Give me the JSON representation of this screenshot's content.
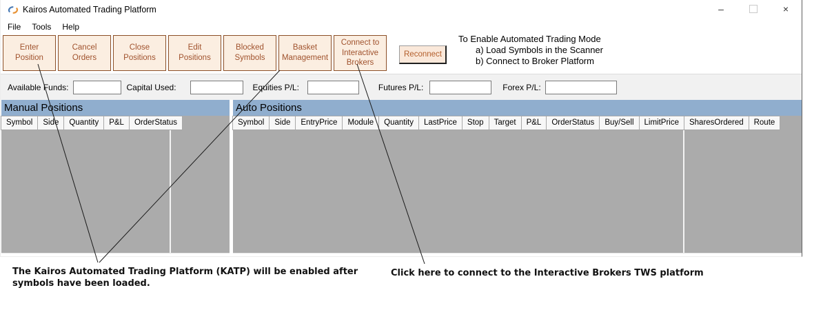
{
  "window": {
    "title": "Kairos Automated Trading Platform",
    "controls": {
      "minimize_glyph": "–",
      "maximize_icon": "maximize-box",
      "close_glyph": "×"
    }
  },
  "menu": {
    "items": [
      {
        "label": "File"
      },
      {
        "label": "Tools"
      },
      {
        "label": "Help"
      }
    ]
  },
  "toolbar": {
    "buttons": [
      {
        "label": "Enter Position"
      },
      {
        "label": "Cancel Orders"
      },
      {
        "label": "Close Positions"
      },
      {
        "label": "Edit Positions"
      },
      {
        "label": "Blocked Symbols"
      },
      {
        "label": "Basket Management"
      },
      {
        "label": "Connect to Interactive Brokers"
      }
    ],
    "reconnect_label": "Reconnect",
    "instructions": {
      "line1": "To Enable Automated Trading Mode",
      "line2": "a) Load Symbols in the Scanner",
      "line3": "b) Connect to Broker Platform"
    }
  },
  "funds": {
    "fields": [
      {
        "label": "Available Funds:",
        "value": ""
      },
      {
        "label": "Capital Used:",
        "value": ""
      },
      {
        "label": "Equities P/L:",
        "value": ""
      },
      {
        "label": "Futures  P/L:",
        "value": ""
      },
      {
        "label": "Forex P/L:",
        "value": ""
      }
    ]
  },
  "manual_positions": {
    "title": "Manual Positions",
    "columns": [
      "Symbol",
      "Side",
      "Quantity",
      "P&L",
      "OrderStatus"
    ],
    "rows": []
  },
  "auto_positions": {
    "title": "Auto Positions",
    "columns": [
      "Symbol",
      "Side",
      "EntryPrice",
      "Module",
      "Quantity",
      "LastPrice",
      "Stop",
      "Target",
      "P&L",
      "OrderStatus",
      "Buy/Sell",
      "LimitPrice",
      "SharesOrdered",
      "Route"
    ],
    "rows": []
  },
  "annotations": {
    "left_line1": "The Kairos Automated Trading Platform (KATP) will be enabled after",
    "left_line2": "symbols have been loaded.",
    "right": "Click here to connect to the Interactive Brokers TWS platform"
  },
  "colors": {
    "button_face": "#fbeee1",
    "button_border": "#8b4e26",
    "button_text": "#a0522d",
    "panel_header_blue": "#90aece",
    "panel_body_gray": "#ababab",
    "funds_strip_gray": "#f1f1f1",
    "icon_blue": "#4a7bb5",
    "icon_orange": "#e8953a"
  }
}
